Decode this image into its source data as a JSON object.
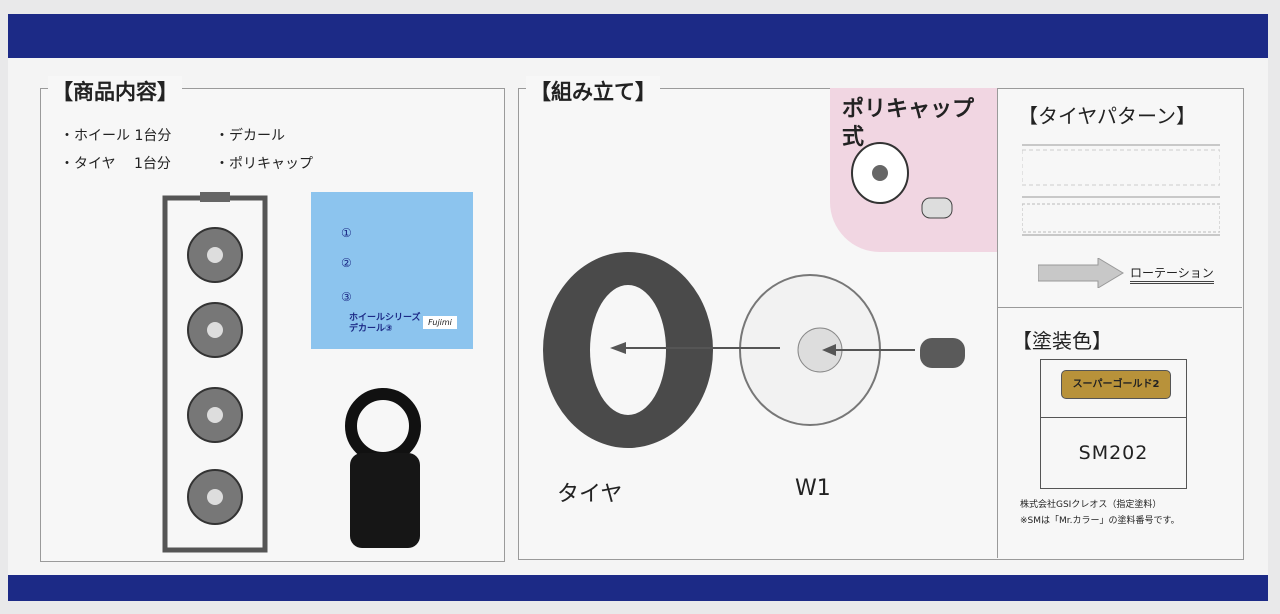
{
  "contents": {
    "title": "【商品内容】",
    "items": [
      "・ホイール 1台分",
      "・デカール",
      "・タイヤ　 1台分",
      "・ポリキャップ"
    ],
    "decal_sheet": {
      "markers": [
        "①",
        "②",
        "③"
      ],
      "name_line1": "ホイールシリーズ",
      "name_line2": "デカール③",
      "logo": "Fujimi"
    }
  },
  "assembly": {
    "title": "【組み立て】",
    "polycap_badge": "ポリキャップ式",
    "tire_label": "タイヤ",
    "wheel_label": "W1"
  },
  "tire_pattern": {
    "title": "【タイヤパターン】",
    "rotation_label": "ローテーション"
  },
  "paint": {
    "title": "【塗装色】",
    "color_name": "スーパーゴールド2",
    "color_code": "SM202",
    "swatch_color": "#b8923a",
    "note_line1": "株式会社GSIクレオス（指定塗料）",
    "note_line2": "※SMは「Mr.カラー」の塗料番号です。"
  },
  "colors": {
    "band": "#1c2a86",
    "decal_bg": "#8cc4ee",
    "polycap_bg": "#f1d6e2"
  }
}
